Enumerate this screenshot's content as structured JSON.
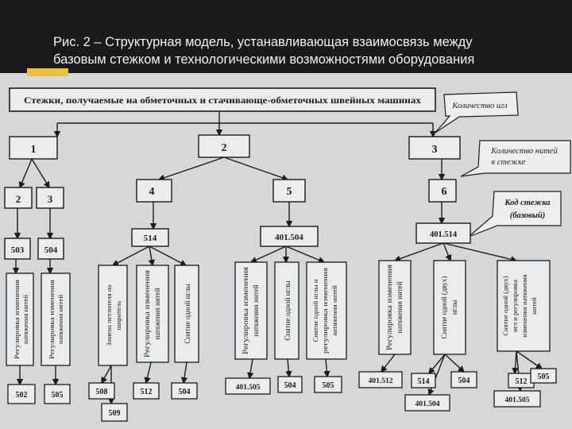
{
  "title": {
    "line1": "Рис. 2 – Структурная модель, устанавливающая взаимосвязь между",
    "line2": "базовым стежком и технологическими возможностями оборудования"
  },
  "diagram": {
    "root": "Стежки, получаемые на обметочных и стачивающе-обметочных швейных машинах",
    "callouts": {
      "needles": "Количество игл",
      "threads_l1": "Количество нитей",
      "threads_l2": "в стежке",
      "code_l1": "Код стежка",
      "code_l2": "(базовый)"
    },
    "level1": {
      "n1": "1",
      "n2": "2",
      "n3": "3"
    },
    "level2": {
      "n2": "2",
      "n3": "3",
      "n4": "4",
      "n5": "5",
      "n6": "6"
    },
    "codes": {
      "c503": "503",
      "c504": "504",
      "c514": "514",
      "c401_504": "401.504",
      "c401_514": "401.514"
    },
    "features": {
      "f1": {
        "l1": "Регулировка изменения",
        "l2": "натяжения нитей"
      },
      "f2": {
        "l1": "Регулировка изменения",
        "l2": "натяжения нитей"
      },
      "f3": {
        "l1": "Замена петлителя на",
        "l2": "ширитель"
      },
      "f4": {
        "l1": "Регулировка изменения",
        "l2": "натяжения нитей"
      },
      "f5": {
        "l1": "Снятие одной иглы"
      },
      "f6": {
        "l1": "Регулировка изменения",
        "l2": "натяжения нитей"
      },
      "f7": {
        "l1": "Снятие одной иглы"
      },
      "f8": {
        "l1": "Снятие одной иглы и",
        "l2": "регулировка изменения",
        "l3": "натяжения нитей"
      },
      "f9": {
        "l1": "Регулировка изменения",
        "l2": "натяжения нитей"
      },
      "f10": {
        "l1": "Снятие одной (двух)",
        "l2": "иглы"
      },
      "f11": {
        "l1": "Снятие одной (двух)",
        "l2": "игл и регулировка",
        "l3": "изменения натяжения",
        "l4": "нитей"
      }
    },
    "results": {
      "r502": "502",
      "r505a": "505",
      "r508": "508",
      "r512a": "512",
      "r504a": "504",
      "r509": "509",
      "r401_505": "401.505",
      "r504b": "504",
      "r505b": "505",
      "r401_512": "401.512",
      "r514": "514",
      "r504c": "504",
      "r512b": "512",
      "r505c": "505",
      "r401_504": "401.504",
      "r401_505b": "401.505"
    }
  }
}
